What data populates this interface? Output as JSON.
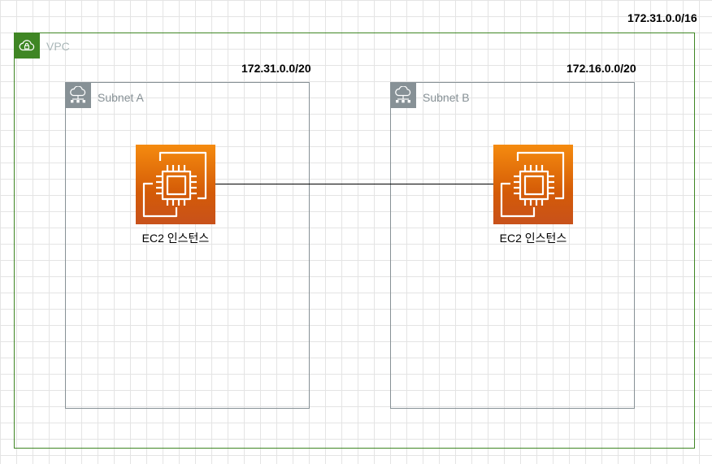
{
  "vpc": {
    "cidr": "172.31.0.0/16",
    "label": "VPC",
    "badge_icon": "vpc-cloud-lock-icon",
    "border_color": "#3f8624"
  },
  "subnets": [
    {
      "label": "Subnet A",
      "cidr": "172.31.0.0/20",
      "badge_icon": "subnet-cloud-network-icon",
      "instance": {
        "label": "EC2 인스턴스",
        "icon": "ec2-instance-icon"
      }
    },
    {
      "label": "Subnet B",
      "cidr": "172.16.0.0/20",
      "badge_icon": "subnet-cloud-network-icon",
      "instance": {
        "label": "EC2 인스턴스",
        "icon": "ec2-instance-icon"
      }
    }
  ],
  "colors": {
    "subnet_border": "#879196",
    "ec2_orange_top": "#f58b0f",
    "ec2_orange_bottom": "#c8511b",
    "grid": "#e4e4e4"
  }
}
